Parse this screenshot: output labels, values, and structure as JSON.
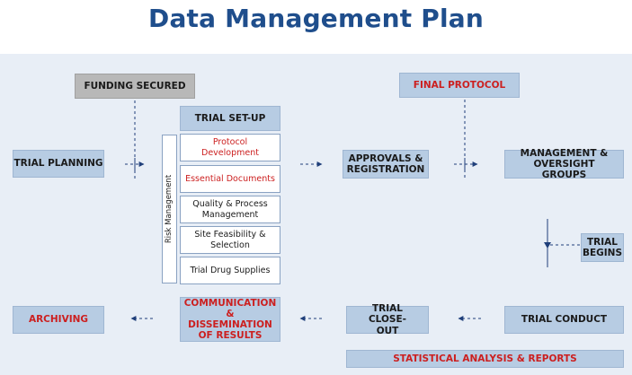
{
  "title": "Data Management Plan",
  "colors": {
    "title": "#1f4e8c",
    "box_fill": "#b7cce3",
    "gray_fill": "#b8b8b8",
    "panel": "#e8eef6",
    "red_text": "#cc1f1f",
    "arrow": "#1f3f7a"
  },
  "nodes": {
    "funding_secured": "FUNDING SECURED",
    "final_protocol": "FINAL PROTOCOL",
    "trial_setup": "TRIAL SET-UP",
    "trial_planning": "TRIAL PLANNING",
    "approvals": "APPROVALS & REGISTRATION",
    "management": "MANAGEMENT & OVERSIGHT GROUPS",
    "trial_begins": "TRIAL BEGINS",
    "archiving": "ARCHIVING",
    "communication": "COMMUNICATION & DISSEMINATION OF RESULTS",
    "closeout": "TRIAL CLOSE-OUT",
    "trial_conduct": "TRIAL CONDUCT",
    "statistical": "STATISTICAL ANALYSIS & REPORTS"
  },
  "setup_items": [
    "Protocol Development",
    "Essential Documents",
    "Quality & Process Management",
    "Site Feasibility & Selection",
    "Trial Drug Supplies"
  ],
  "risk_management": "Risk Management",
  "icons": {
    "flow_arrow": "arrow-icon"
  }
}
